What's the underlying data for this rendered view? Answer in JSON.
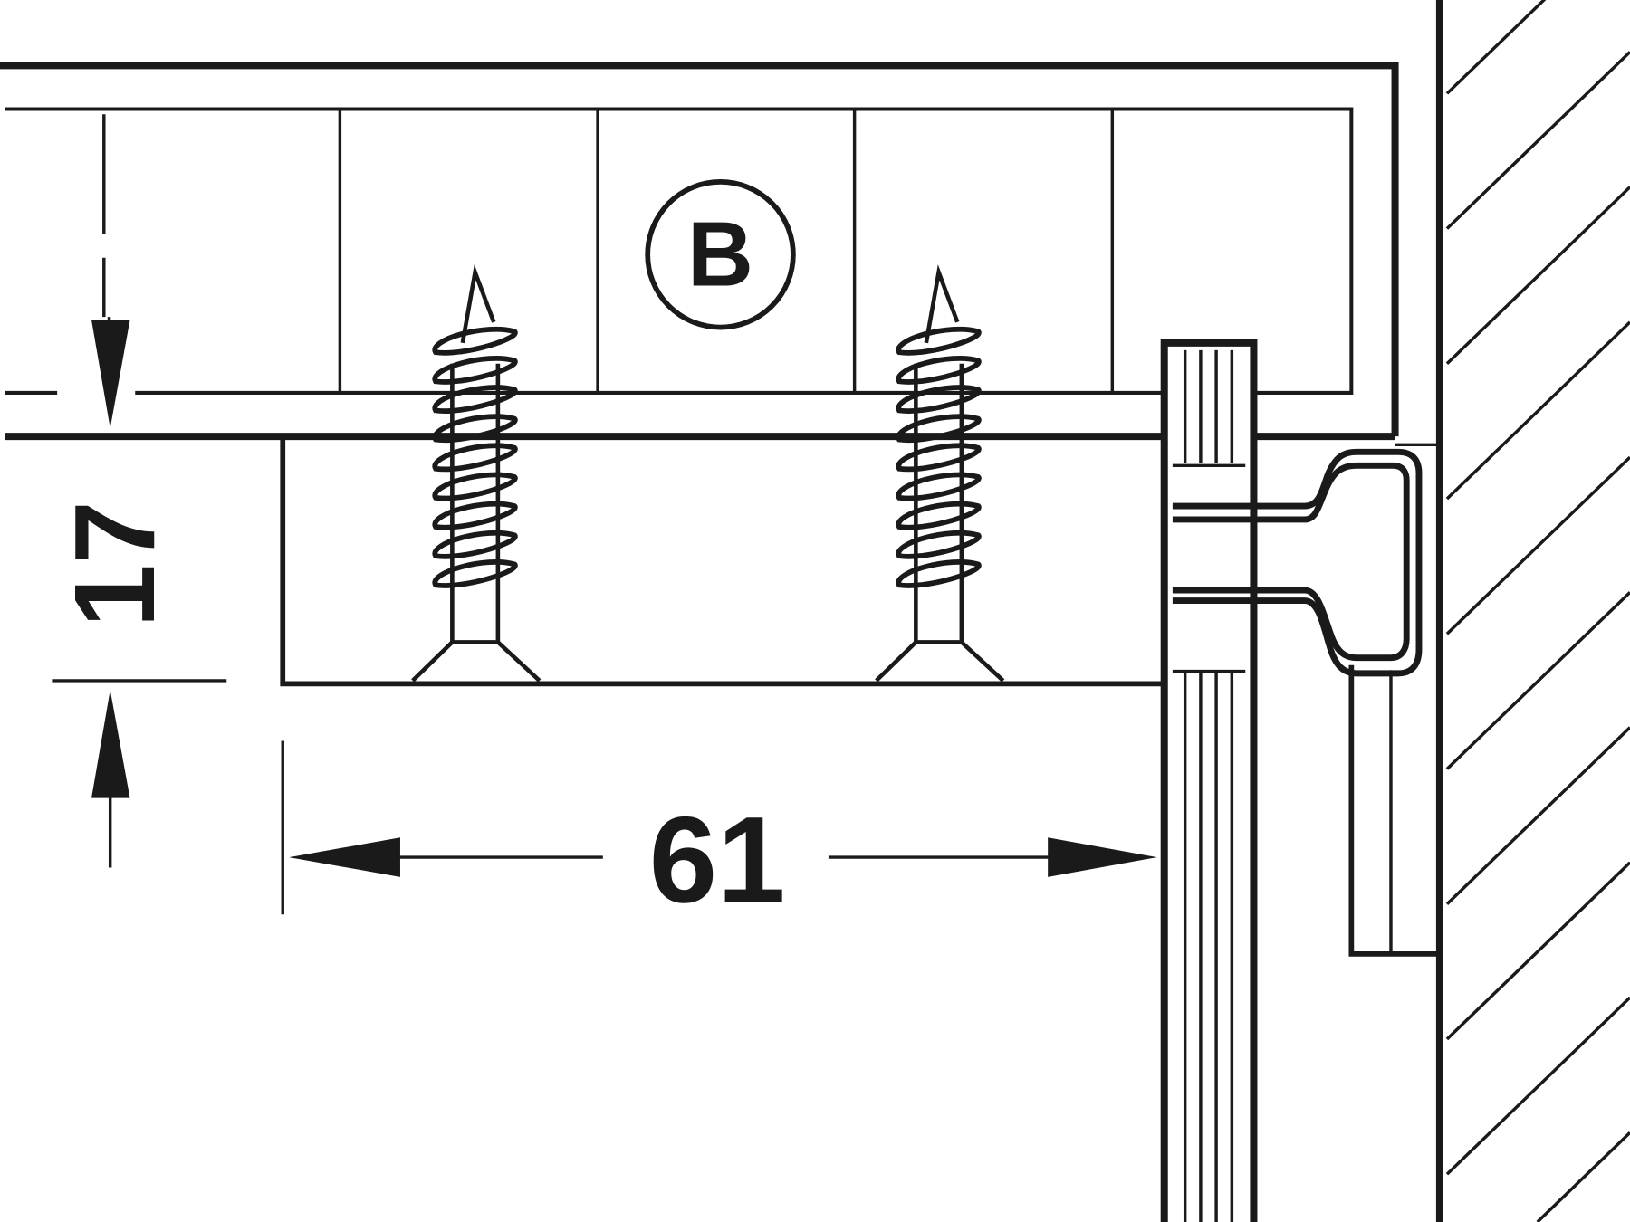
{
  "diagram": {
    "part_label": "B",
    "dimension_height": "17",
    "dimension_width": "61",
    "colors": {
      "line": "#1a1a1a",
      "background": "#ffffff"
    }
  }
}
